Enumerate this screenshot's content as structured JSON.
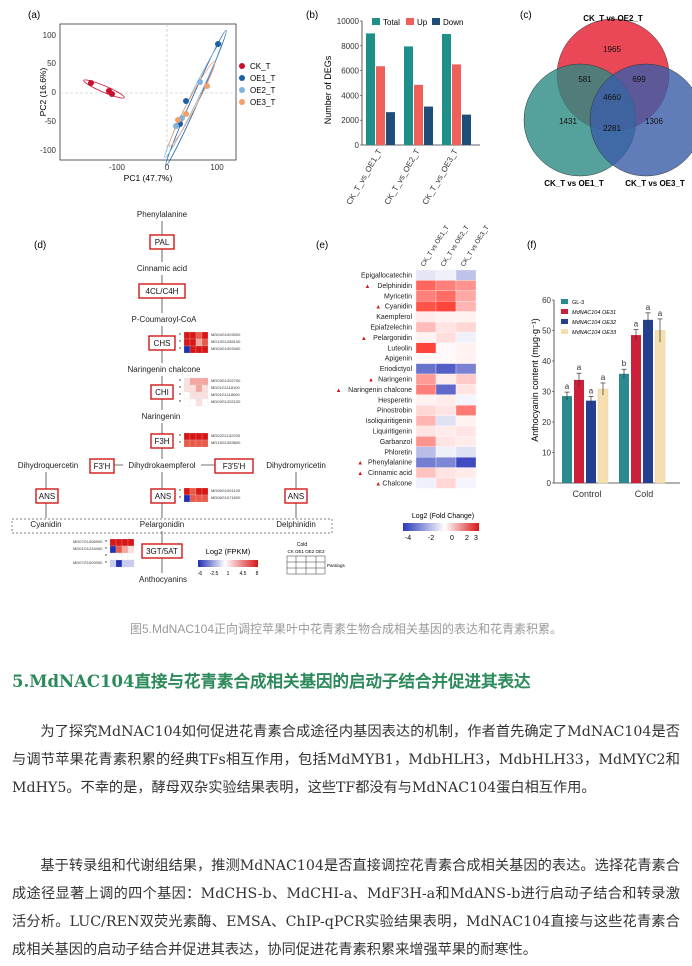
{
  "figure": {
    "panel_labels": [
      "(a)",
      "(b)",
      "(c)",
      "(d)",
      "(e)",
      "(f)"
    ],
    "panel_a": {
      "xlabel": "PC1 (47.7%)",
      "ylabel": "PC2 (16.6%)",
      "xticks": [
        "-100",
        "0",
        "100"
      ],
      "yticks": [
        "100",
        "50",
        "0",
        "-50",
        "-100"
      ],
      "legend": [
        "CK_T",
        "OE1_T",
        "OE2_T",
        "OE3_T"
      ],
      "colors": [
        "#c8102e",
        "#1f5fa8",
        "#7eb3dc",
        "#f2a06b"
      ]
    },
    "panel_c": {
      "sets": [
        "CK_T vs OE2_T",
        "CK_T vs OE1_T",
        "CK_T vs OE3_T"
      ],
      "regions": [
        "1965",
        "581",
        "699",
        "4660",
        "1431",
        "2281",
        "1306"
      ]
    },
    "panel_d": {
      "nodes": [
        "Phenylalanine",
        "Cinnamic acid",
        "P-Coumaroyl-CoA",
        "Naringenin chalcone",
        "Naringenin",
        "Dihydroquercetin",
        "Dihydrokaempferol",
        "Dihydromyricetin",
        "Cyanidin",
        "Pelargonidin",
        "Delphinidin",
        "Anthocyanins"
      ],
      "enzymes": [
        "PAL",
        "4CL/C4H",
        "CHS",
        "CHI",
        "F3H",
        "F3'H",
        "F3'5'H",
        "ANS",
        "ANS",
        "ANS",
        "3GT/5AT"
      ],
      "genes_chs": [
        "MD04G1003000",
        "MD13G1285100",
        "MD04G1003400"
      ],
      "genes_chi": [
        "MD03G1202700",
        "MD01G1118100",
        "MD01G1118000",
        "MD03G1202100"
      ],
      "genes_f3h": [
        "MD02G1132200",
        "MD15G1353600"
      ],
      "genes_ans": [
        "MD06G1001100",
        "MD06G1071600"
      ],
      "genes_gt": [
        "MD07G1306900",
        "MD01G1234400",
        "MD07G1000000"
      ],
      "legend_title": "Log2 (FPKM)",
      "legend_ticks": [
        "-6",
        "-2.5",
        "1",
        "4.5",
        "8"
      ],
      "cold_label": "Cold",
      "cold_cols": "CK OE1 OE2 OE3",
      "paralogs_label": "Paralogs"
    },
    "panel_e": {
      "columns": [
        "CK_T vs OE1_T",
        "CK_T vs OE2_T",
        "CK_T vs OE3_T"
      ],
      "rows": [
        "Epigallocatechin",
        "Delphinidin",
        "Myricetin",
        "Cyanidin",
        "Kaempferol",
        "Epiafzelechin",
        "Pelargonidin",
        "Luteolin",
        "Apigenin",
        "Eriodictyol",
        "Naringenin",
        "Naringenin chalcone",
        "Hesperetin",
        "Pinostrobin",
        "Isoliquiritigenin",
        "Liquiritigenin",
        "Garbanzol",
        "Phloretin",
        "Phenylalanine",
        "Cinnamic acid",
        "Chalcone"
      ],
      "marked": [
        1,
        3,
        6,
        10,
        11,
        18,
        19,
        20
      ],
      "values": [
        [
          -0.5,
          -0.3,
          -1.2
        ],
        [
          2.3,
          1.9,
          1.6
        ],
        [
          1.9,
          2.2,
          1.3
        ],
        [
          2.6,
          2.8,
          1.1
        ],
        [
          0.3,
          0.2,
          0.2
        ],
        [
          1.0,
          0.4,
          0.6
        ],
        [
          0.2,
          0.5,
          -0.3
        ],
        [
          2.8,
          0.1,
          0.2
        ],
        [
          0.1,
          0.1,
          0.2
        ],
        [
          -2.8,
          -3.2,
          -2.5
        ],
        [
          1.5,
          0.3,
          0.8
        ],
        [
          1.9,
          -3.0,
          0.4
        ],
        [
          0.2,
          0.3,
          -0.2
        ],
        [
          0.6,
          0.4,
          2.0
        ],
        [
          1.1,
          -0.6,
          0.2
        ],
        [
          0.4,
          0.3,
          0.4
        ],
        [
          1.6,
          0.4,
          0.3
        ],
        [
          -1.3,
          -0.3,
          -0.6
        ],
        [
          -2.6,
          -2.4,
          -3.6
        ],
        [
          0.9,
          0.4,
          0.3
        ],
        [
          -0.3,
          0.6,
          -0.2
        ]
      ],
      "legend_title": "Log2 (Fold Change)",
      "legend_ticks": [
        "-4",
        "-2",
        "0",
        "2",
        "3"
      ]
    },
    "panel_f": {
      "ylabel": "Anthocyanin content (mμg·g⁻¹)",
      "yticks": [
        "60",
        "50",
        "40",
        "30",
        "20",
        "10",
        "0"
      ],
      "groups": [
        "Control",
        "Cold"
      ],
      "legend": [
        "GL-3",
        "MdNAC104 OE31",
        "MdNAC104 OE32",
        "MdNAC104 OE33"
      ],
      "letters": [
        "a",
        "a",
        "a",
        "a",
        "b",
        "a",
        "a",
        "a"
      ]
    }
  },
  "chart_data": [
    {
      "type": "bar",
      "categories": [
        "CK_T_vs_OE1_T",
        "CK_T_vs_OE2_T",
        "CK_T_vs_OE3_T"
      ],
      "series": [
        {
          "name": "Total",
          "values": [
            9000,
            7950,
            8950
          ]
        },
        {
          "name": "Up",
          "values": [
            6350,
            4850,
            6500
          ]
        },
        {
          "name": "Down",
          "values": [
            2650,
            3100,
            2450
          ]
        }
      ],
      "ylabel": "Number of DEGs",
      "ylim": [
        0,
        10000
      ],
      "yticks": [
        "0",
        "2000",
        "4000",
        "6000",
        "8000",
        "10000"
      ],
      "colors": [
        "#1f8f8a",
        "#f0605a",
        "#1e4e78"
      ]
    },
    {
      "type": "bar",
      "categories": [
        "Control",
        "Cold"
      ],
      "series": [
        {
          "name": "GL-3",
          "values": [
            28.5,
            35.8
          ]
        },
        {
          "name": "MdNAC104 OE31",
          "values": [
            33.8,
            48.5
          ]
        },
        {
          "name": "MdNAC104 OE32",
          "values": [
            27.0,
            53.5
          ]
        },
        {
          "name": "MdNAC104 OE33",
          "values": [
            30.8,
            50.0
          ]
        }
      ],
      "errors": [
        [
          1.3,
          1.5
        ],
        [
          2.2,
          1.8
        ],
        [
          1.4,
          2.3
        ],
        [
          2.0,
          3.8
        ]
      ],
      "ylabel": "Anthocyanin content (mμg·g⁻¹)",
      "ylim": [
        0,
        60
      ],
      "colors": [
        "#2a8a8e",
        "#cc1f3a",
        "#243f8f",
        "#f5dfb0"
      ]
    }
  ],
  "caption": "图5.MdNAC104正向调控苹果叶中花青素生物合成相关基因的表达和花青素积累。",
  "heading": "5.MdNAC104直接与花青素合成相关基因的启动子结合并促进其表达",
  "paragraph1": "为了探究MdNAC104如何促进花青素合成途径内基因表达的机制，作者首先确定了MdNAC104是否与调节苹果花青素积累的经典TFs相互作用，包括MdMYB1，MdbHLH3，MdbHLH33，MdMYC2和MdHY5。不幸的是，酵母双杂实验结果表明，这些TF都没有与MdNAC104蛋白相互作用。",
  "paragraph2": "基于转录组和代谢组结果，推测MdNAC104是否直接调控花青素合成相关基因的表达。选择花青素合成途径显著上调的四个基因：MdCHS-b、MdCHI-a、MdF3H-a和MdANS-b进行启动子结合和转录激活分析。LUC/REN双荧光素酶、EMSA、ChIP-qPCR实验结果表明，MdNAC104直接与这些花青素合成相关基因的启动子结合并促进其表达，协同促进花青素积累来增强苹果的耐寒性。"
}
